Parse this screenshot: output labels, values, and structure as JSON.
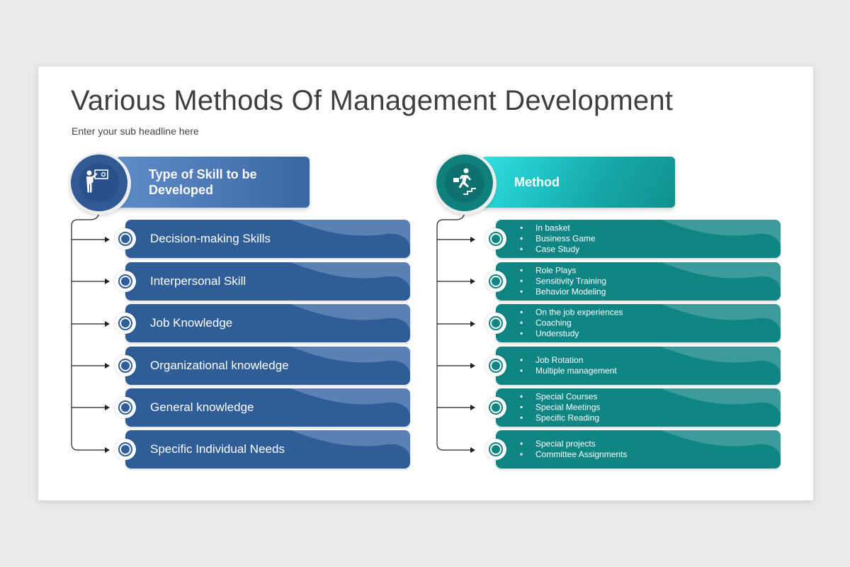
{
  "slide": {
    "title": "Various Methods Of Management Development",
    "subtitle": "Enter your sub headline here"
  },
  "left": {
    "header": "Type of Skill to be Developed",
    "header_lines": [
      "Type of Skill to be",
      "Developed"
    ],
    "icon": "presenter-board-icon",
    "color": "#2f5d98",
    "items": [
      "Decision-making Skills",
      "Interpersonal Skill",
      "Job Knowledge",
      "Organizational knowledge",
      "General knowledge",
      "Specific Individual Needs"
    ]
  },
  "right": {
    "header": "Method",
    "icon": "running-up-stairs-icon",
    "color": "#0f8584",
    "items": [
      [
        "In basket",
        "Business Game",
        "Case Study"
      ],
      [
        "Role Plays",
        "Sensitivity Training",
        "Behavior Modeling"
      ],
      [
        "On the job experiences",
        "Coaching",
        "Understudy"
      ],
      [
        "Job Rotation",
        "Multiple management"
      ],
      [
        "Special Courses",
        "Special Meetings",
        "Specific Reading"
      ],
      [
        "Special projects",
        "Committee Assignments"
      ]
    ]
  }
}
